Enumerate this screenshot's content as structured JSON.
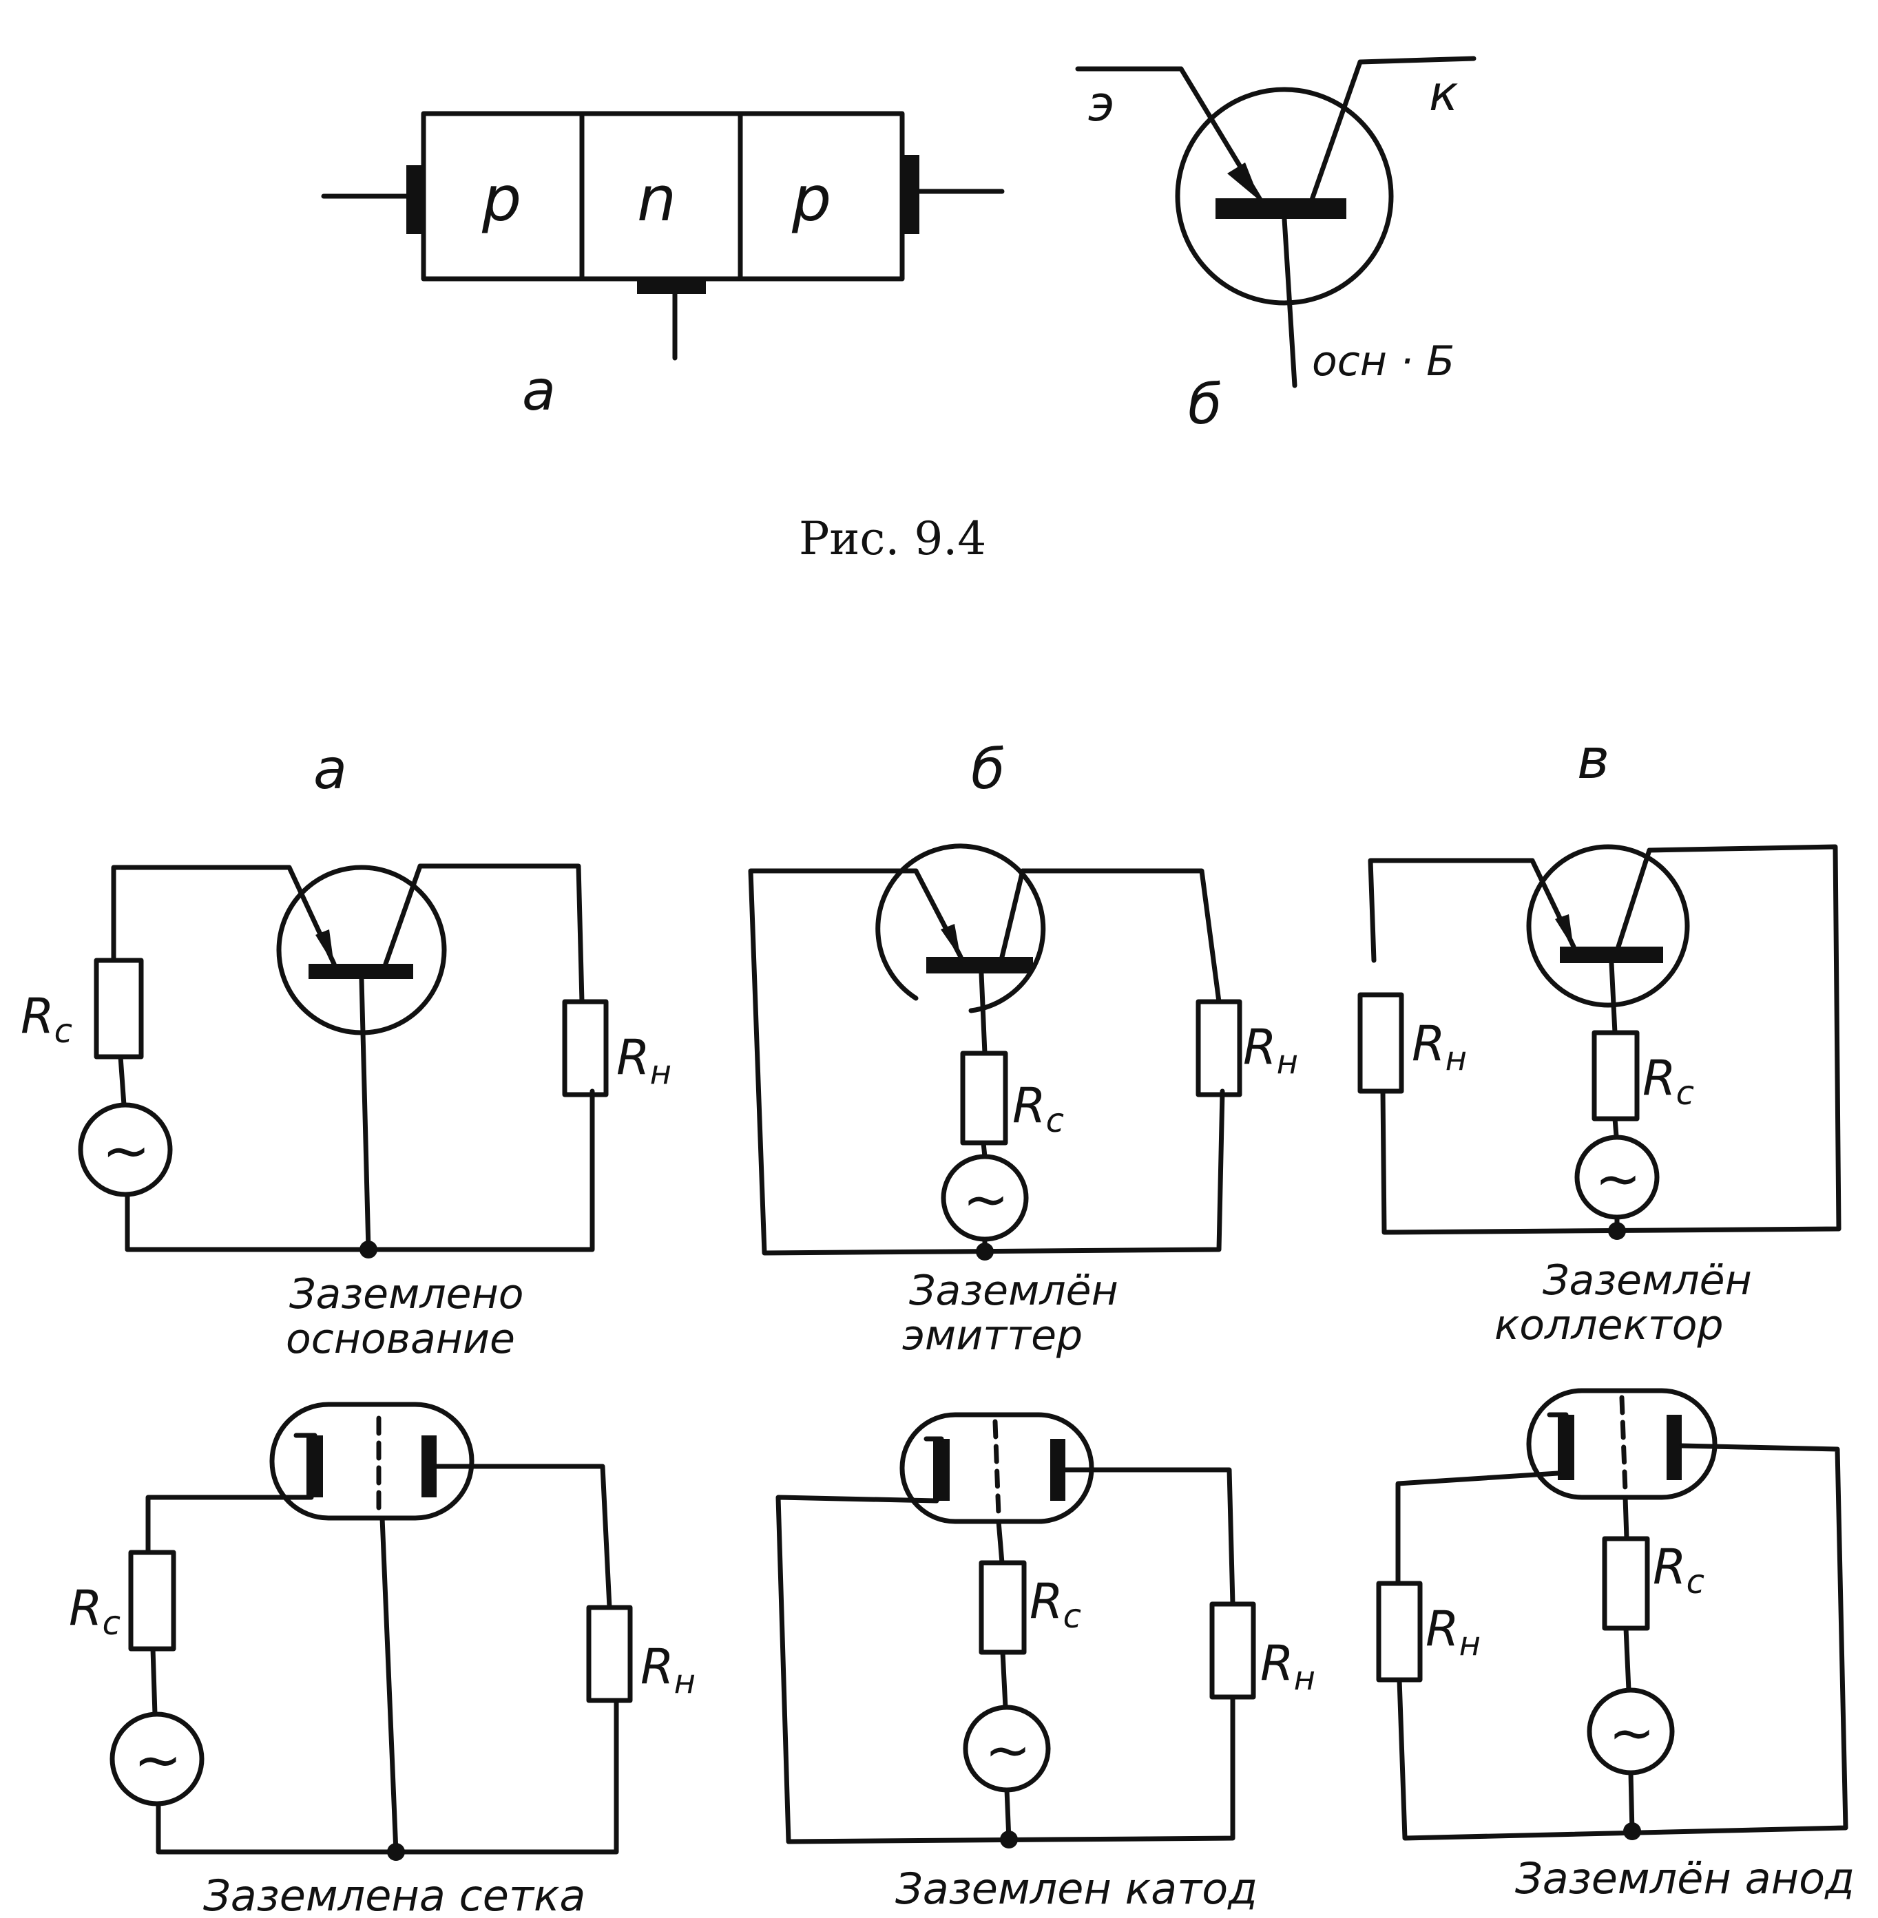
{
  "fig94": {
    "left_label": "а",
    "right_label": "б",
    "region1": "p",
    "region2": "n",
    "region3": "p",
    "emitter": "э",
    "collector": "к",
    "base": "осн · Б",
    "caption": "Рис. 9.4"
  },
  "fig95": {
    "col_a": "а",
    "col_b": "б",
    "col_c": "в",
    "Rc": "R",
    "Rc_sub": "c",
    "Rn": "R",
    "Rn_sub": "н",
    "a_t_line1": "Заземлено",
    "a_t_line2": "основание",
    "b_t_line1": "Заземлён",
    "b_t_line2": "эмиттер",
    "c_t_line1": "Заземлён",
    "c_t_line2": "коллектор",
    "a_v": "Заземлена сетка",
    "b_v": "Заземлен катод",
    "c_v": "Заземлён анод",
    "ac_symbol": "~"
  }
}
